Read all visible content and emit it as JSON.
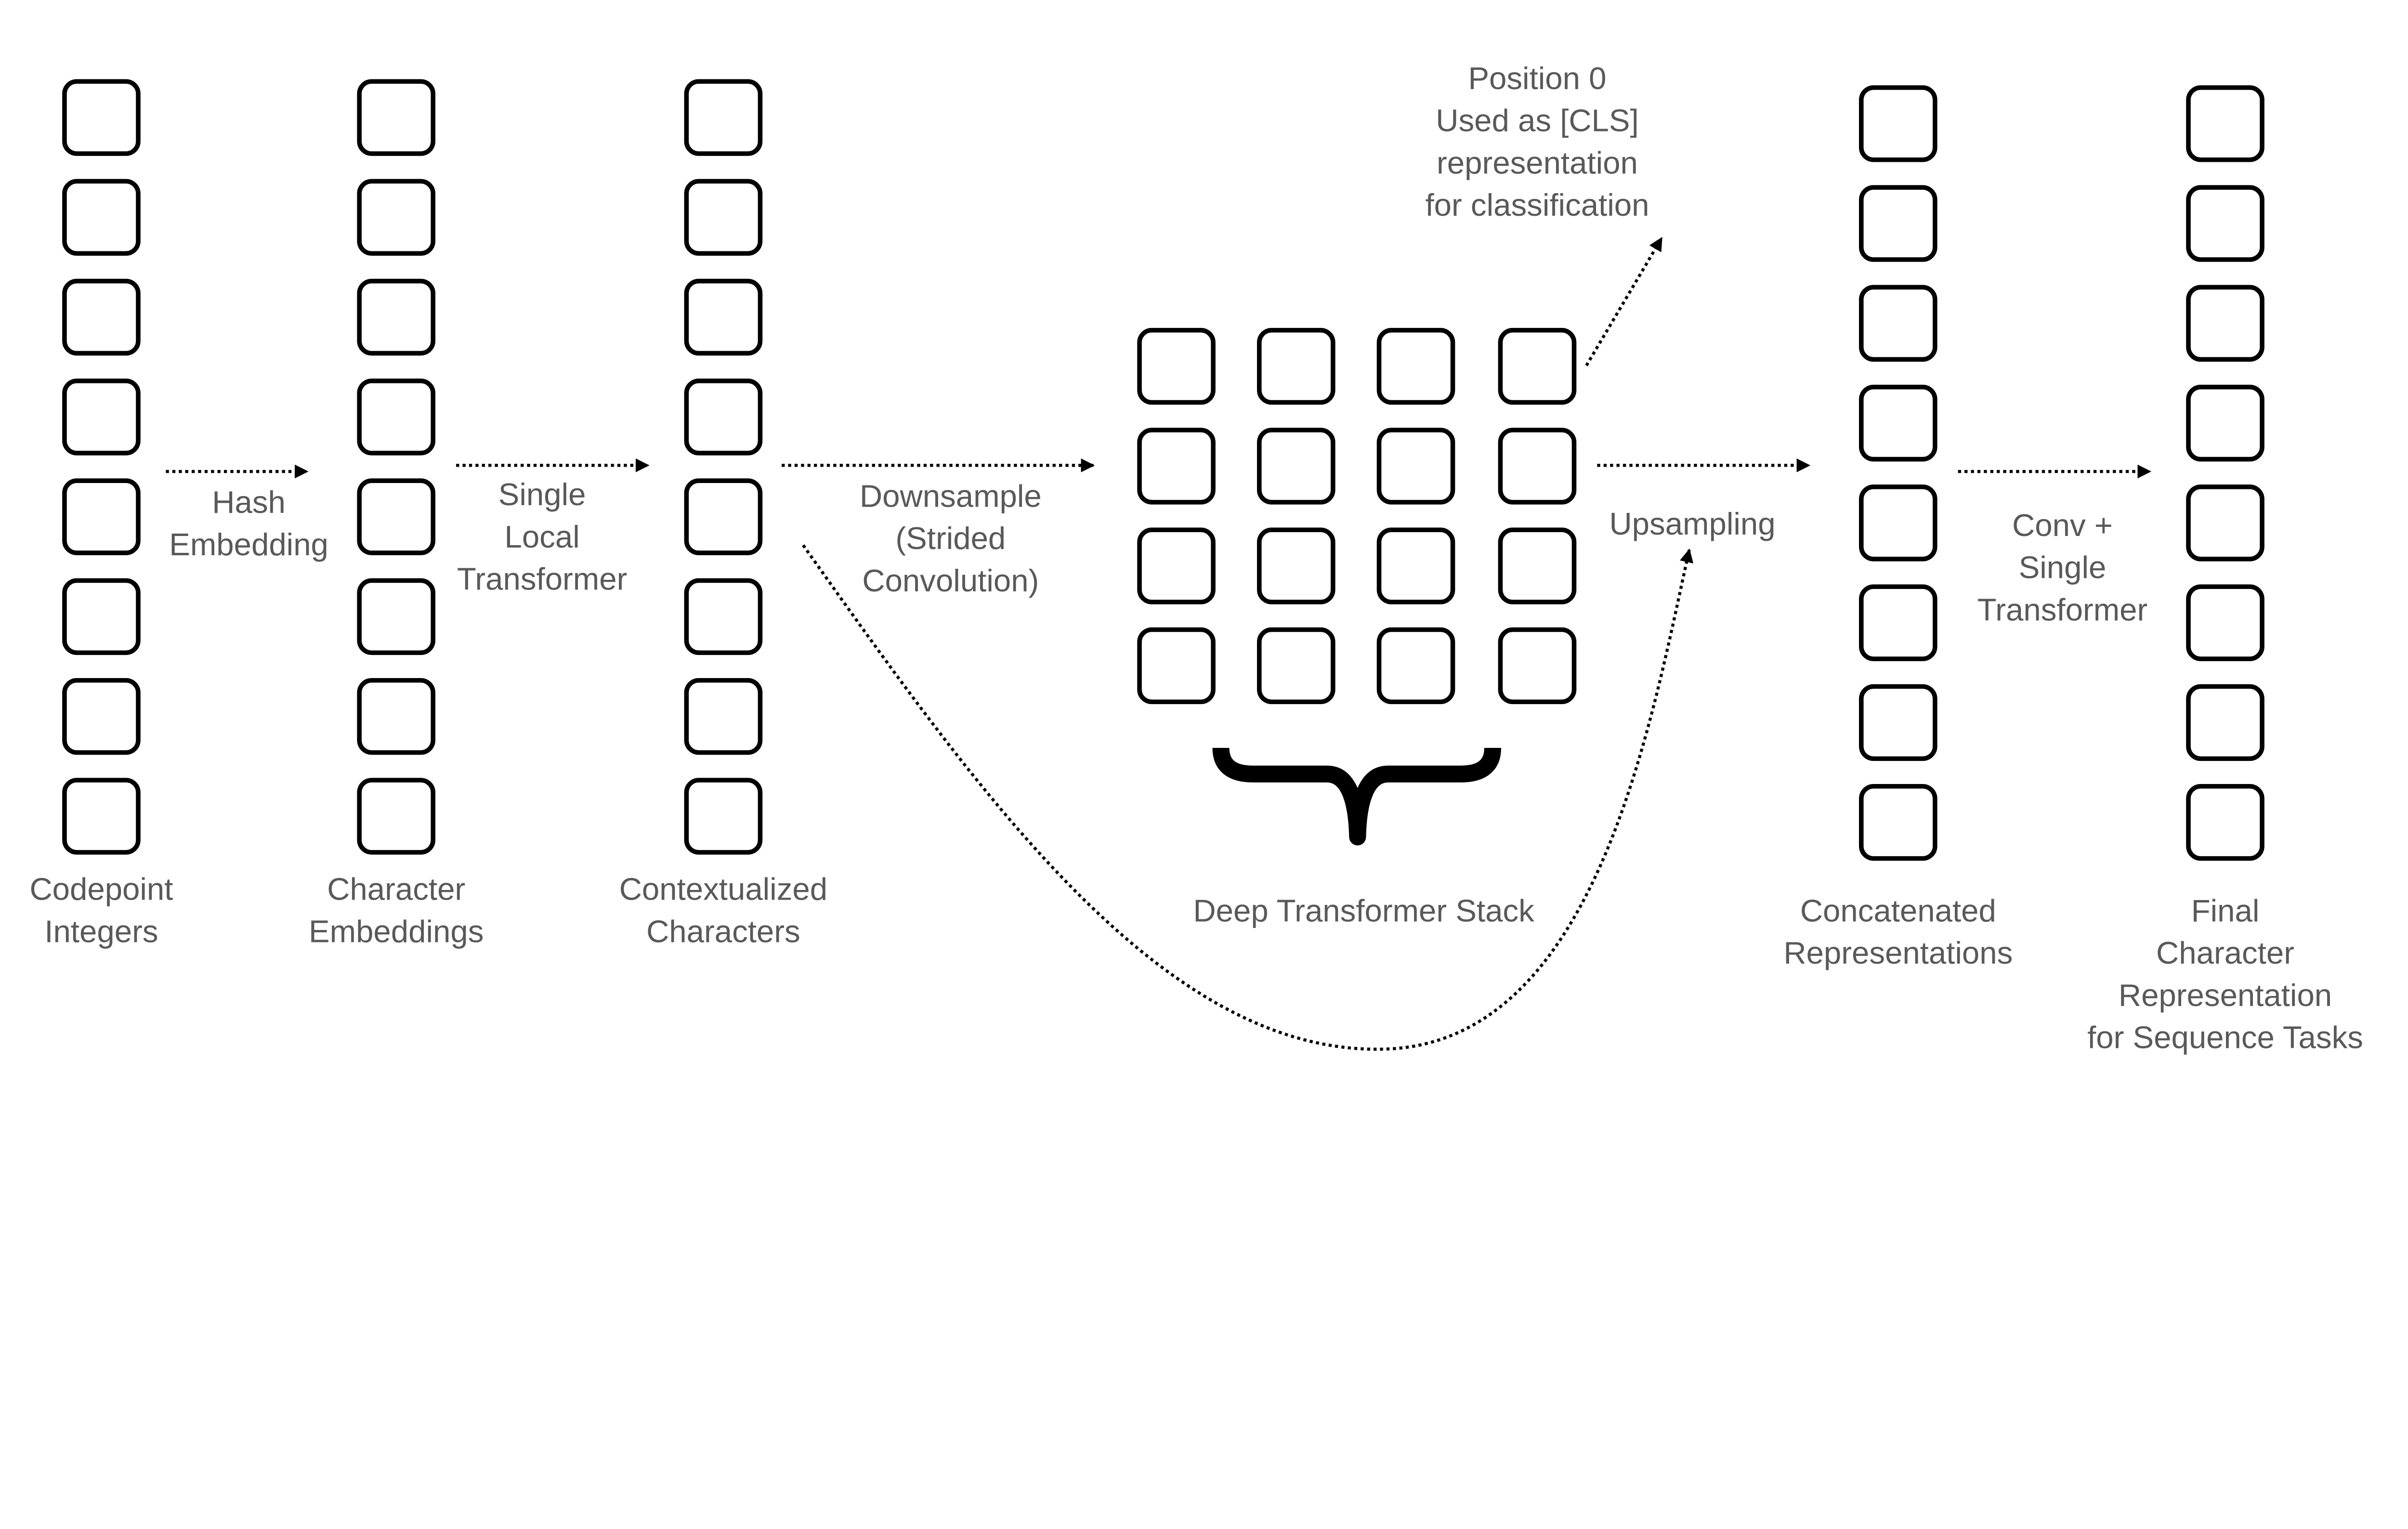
{
  "columns": [
    {
      "id": "codepoint",
      "label": [
        "Codepoint",
        "Integers"
      ],
      "boxes": 8
    },
    {
      "id": "char-emb",
      "label": [
        "Character",
        "Embeddings"
      ],
      "boxes": 8
    },
    {
      "id": "contextualized",
      "label": [
        "Contextualized",
        "Characters"
      ],
      "boxes": 8
    },
    {
      "id": "concatenated",
      "label": [
        "Concatenated",
        "Representations"
      ],
      "boxes": 8
    },
    {
      "id": "final",
      "label": [
        "Final",
        "Character",
        "Representation",
        "for Sequence Tasks"
      ],
      "boxes": 8
    }
  ],
  "grid": {
    "rows": 4,
    "cols": 4,
    "label": [
      "Deep Transformer Stack"
    ]
  },
  "edges": [
    {
      "id": "hash-embedding",
      "label": [
        "Hash",
        "Embedding"
      ]
    },
    {
      "id": "single-local-transformer",
      "label": [
        "Single",
        "Local",
        "Transformer"
      ]
    },
    {
      "id": "downsample",
      "label": [
        "Downsample",
        "(Strided",
        "Convolution)"
      ]
    },
    {
      "id": "upsampling",
      "label": [
        "Upsampling"
      ]
    },
    {
      "id": "conv-single-transformer",
      "label": [
        "Conv +",
        "Single",
        "Transformer"
      ]
    }
  ],
  "cls_note": [
    "Position 0",
    "Used as [CLS]",
    "representation",
    "for classification"
  ],
  "colors": {
    "text": "#595959",
    "stroke": "#000000",
    "background": "#ffffff"
  }
}
